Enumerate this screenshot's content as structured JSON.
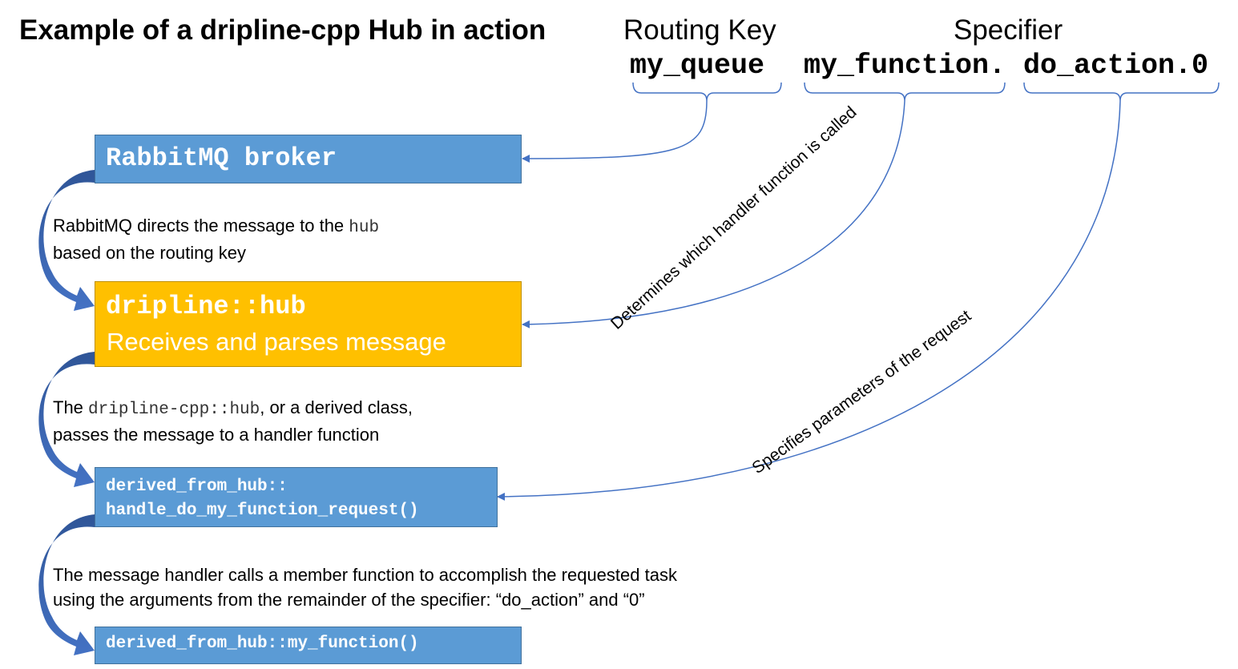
{
  "title": "Example of a dripline-cpp Hub in action",
  "headers": {
    "routing_key_label": "Routing Key",
    "specifier_label": "Specifier",
    "routing_key_value": "my_queue",
    "specifier_part1": "my_function.",
    "specifier_part2": "do_action.0"
  },
  "boxes": {
    "broker": "RabbitMQ broker",
    "hub_line1": "dripline::hub",
    "hub_line2": "Receives and parses message",
    "handler_line1": "derived_from_hub::",
    "handler_line2": "handle_do_my_function_request()",
    "member": "derived_from_hub::my_function()"
  },
  "descriptions": {
    "d1_prefix": "RabbitMQ directs the message to the ",
    "d1_code": "hub",
    "d1_line2": "based on the routing key",
    "d2_prefix": "The ",
    "d2_code": "dripline-cpp::hub",
    "d2_suffix": ", or a derived class,",
    "d2_line2": "passes the message to a handler function",
    "d3_line1": "The message handler calls a member function to accomplish the requested task",
    "d3_line2": "using the arguments from the remainder of the specifier: “do_action” and “0”"
  },
  "annotations": {
    "handler_note": "Determines which handler function is called",
    "params_note": "Specifies parameters of the request"
  },
  "colors": {
    "box_blue": "#5b9bd5",
    "box_gold": "#ffc000",
    "arrow_dark": "#2e55a3",
    "connector": "#4472c4"
  }
}
